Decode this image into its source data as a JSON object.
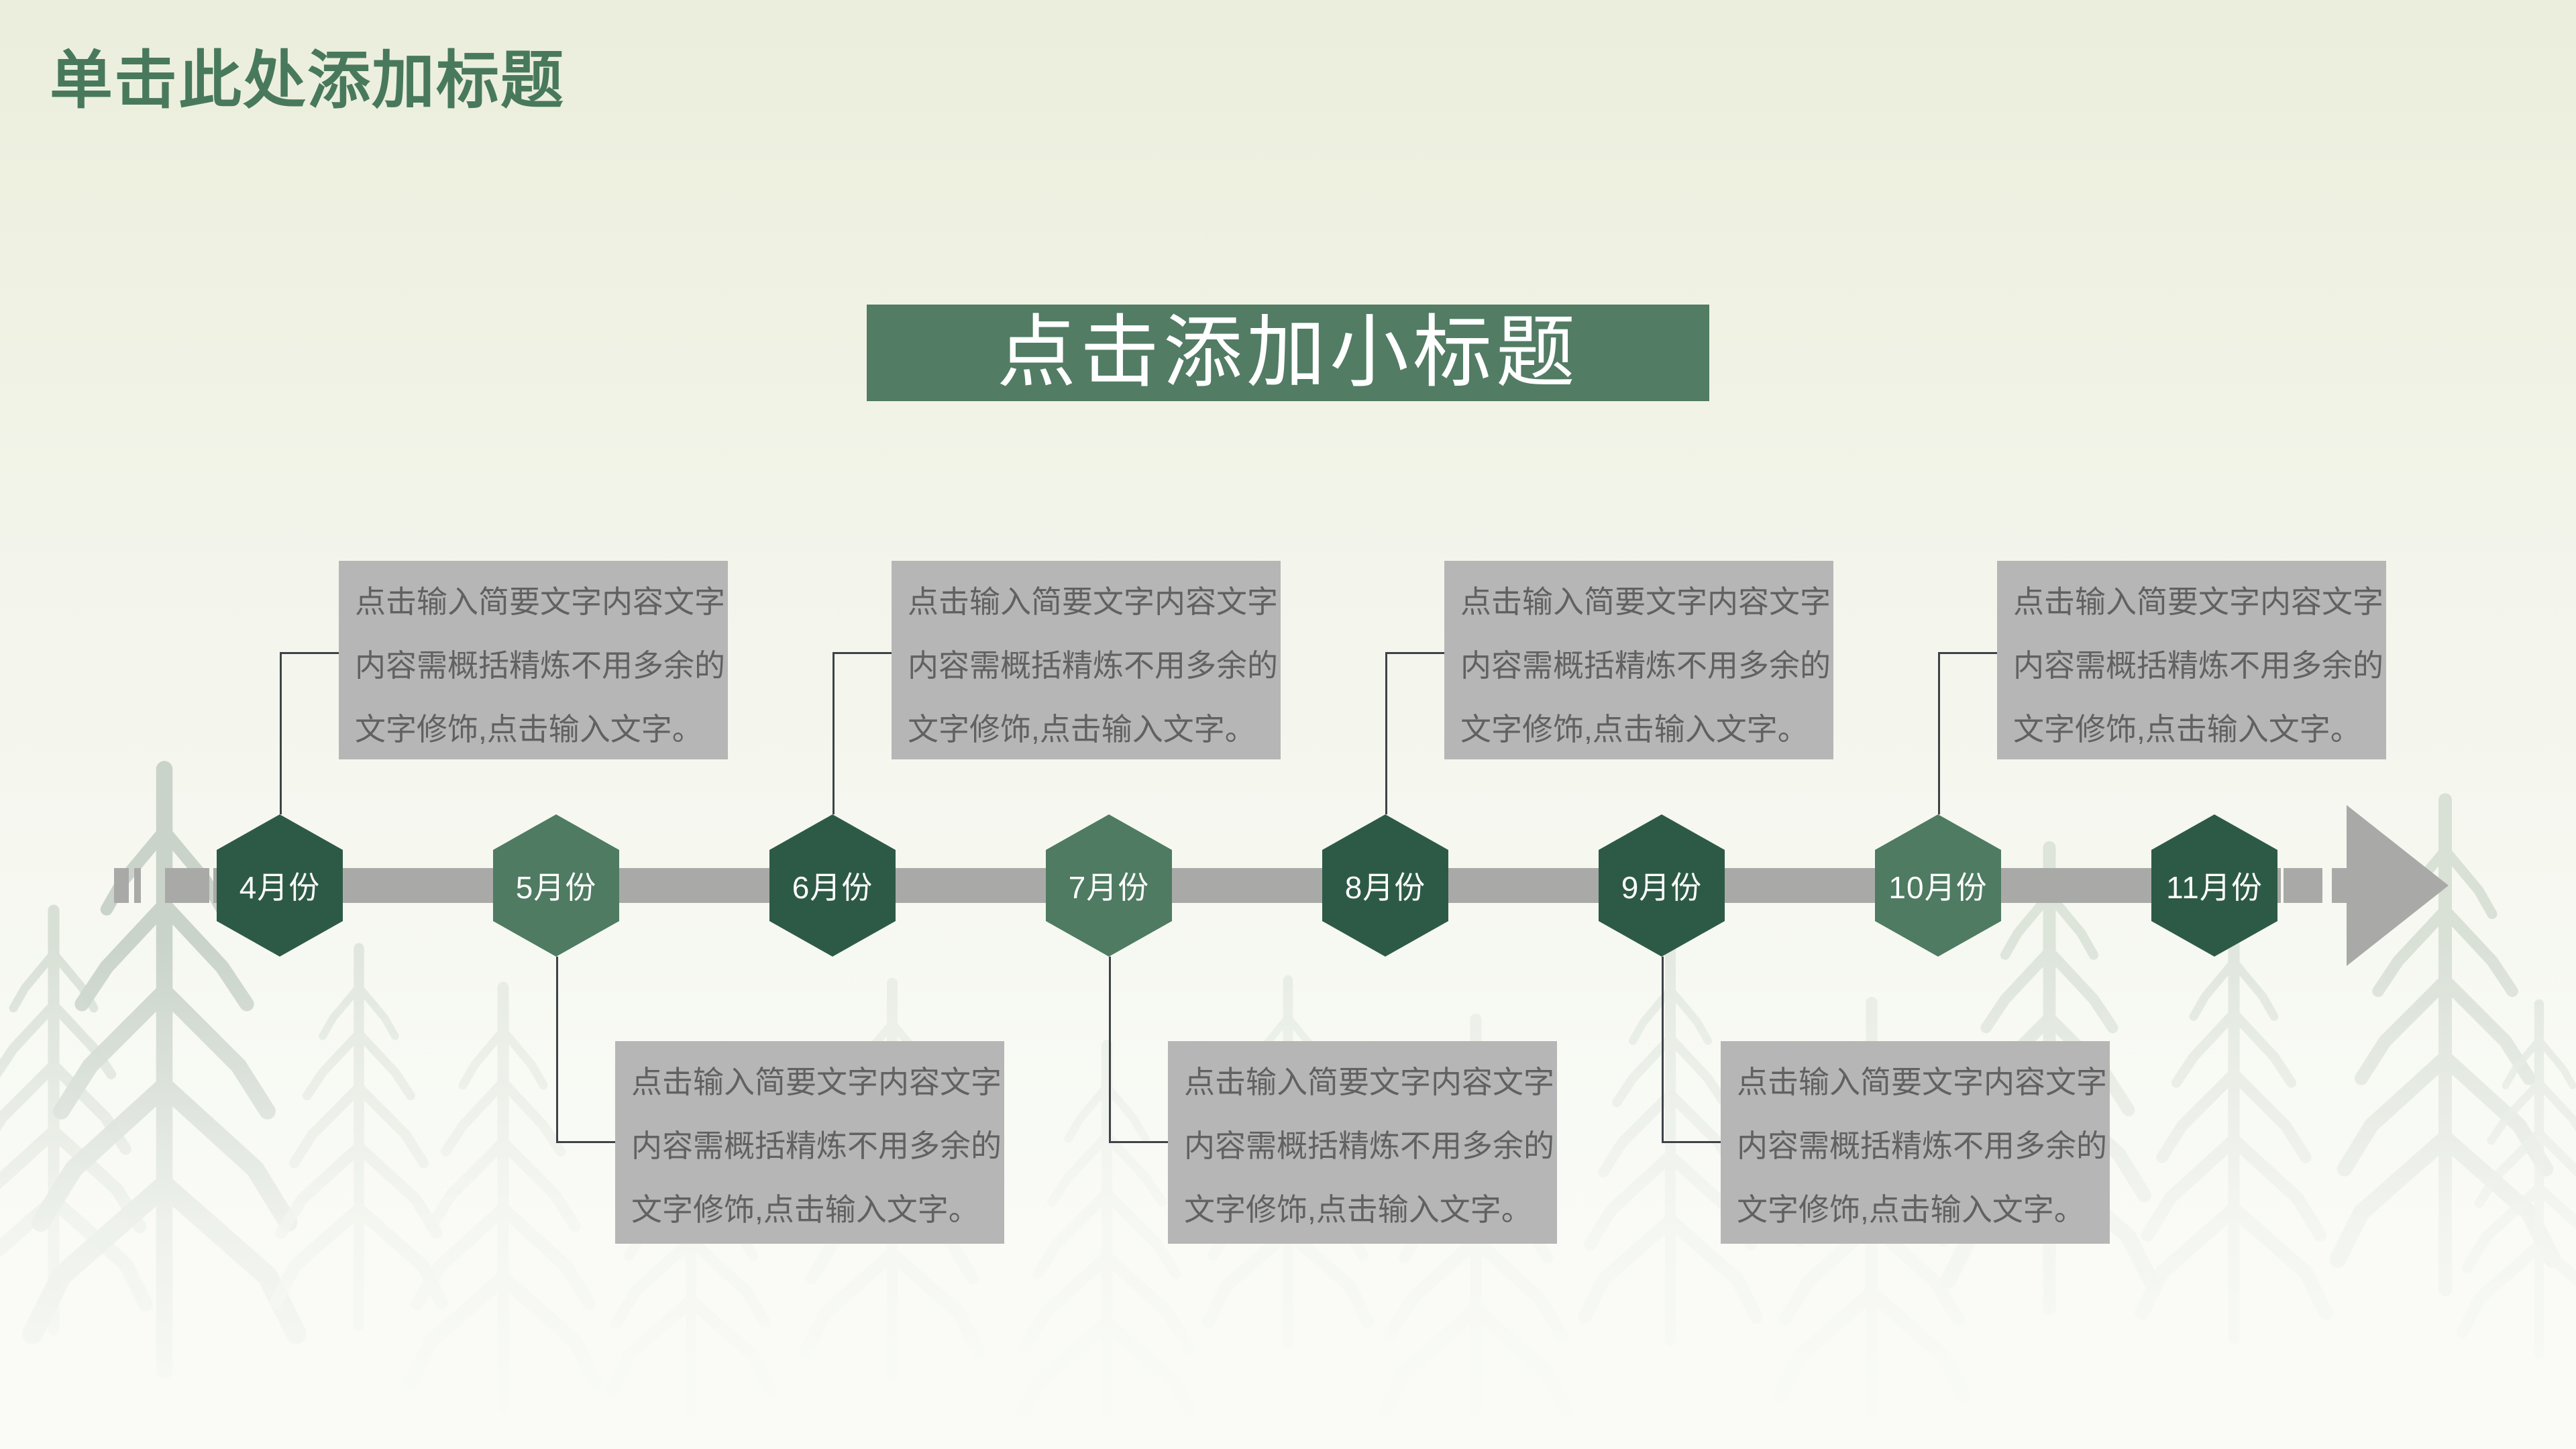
{
  "slide": {
    "title": "单击此处添加标题",
    "subtitle": "点击添加小标题"
  },
  "timeline": {
    "desc_lines": [
      "点击输入简要文字内容文字",
      "内容需概括精炼不用多余的",
      "文字修饰,点击输入文字。"
    ],
    "milestones": [
      {
        "label": "4月份",
        "variant": "dark",
        "note_side": "top"
      },
      {
        "label": "5月份",
        "variant": "light",
        "note_side": "bottom"
      },
      {
        "label": "6月份",
        "variant": "dark",
        "note_side": "top"
      },
      {
        "label": "7月份",
        "variant": "light",
        "note_side": "bottom"
      },
      {
        "label": "8月份",
        "variant": "dark",
        "note_side": "top"
      },
      {
        "label": "9月份",
        "variant": "dark",
        "note_side": "bottom"
      },
      {
        "label": "10月份",
        "variant": "light",
        "note_side": "top"
      },
      {
        "label": "11月份",
        "variant": "dark",
        "note_side": "none"
      }
    ]
  },
  "colors": {
    "title_green": "#49795c",
    "subtitle_bg": "#527c64",
    "hex_dark": "#2d5a46",
    "hex_light": "#4e7b61",
    "timeline_gray": "#a9aaa8",
    "note_bg": "#b5b6b5",
    "note_text": "#616161",
    "connector": "#3d4348"
  }
}
